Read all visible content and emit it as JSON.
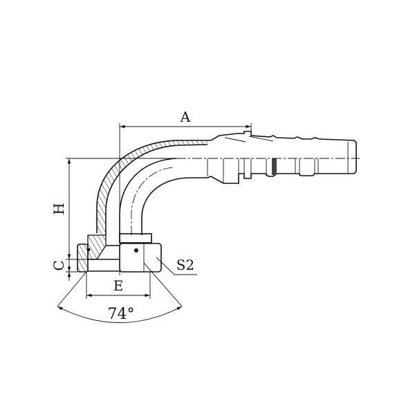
{
  "labels": {
    "A": "A",
    "H": "H",
    "C": "C",
    "E": "E",
    "S2": "S2",
    "angle": "74°"
  },
  "colors": {
    "line": "#111111",
    "background": "#ffffff"
  }
}
